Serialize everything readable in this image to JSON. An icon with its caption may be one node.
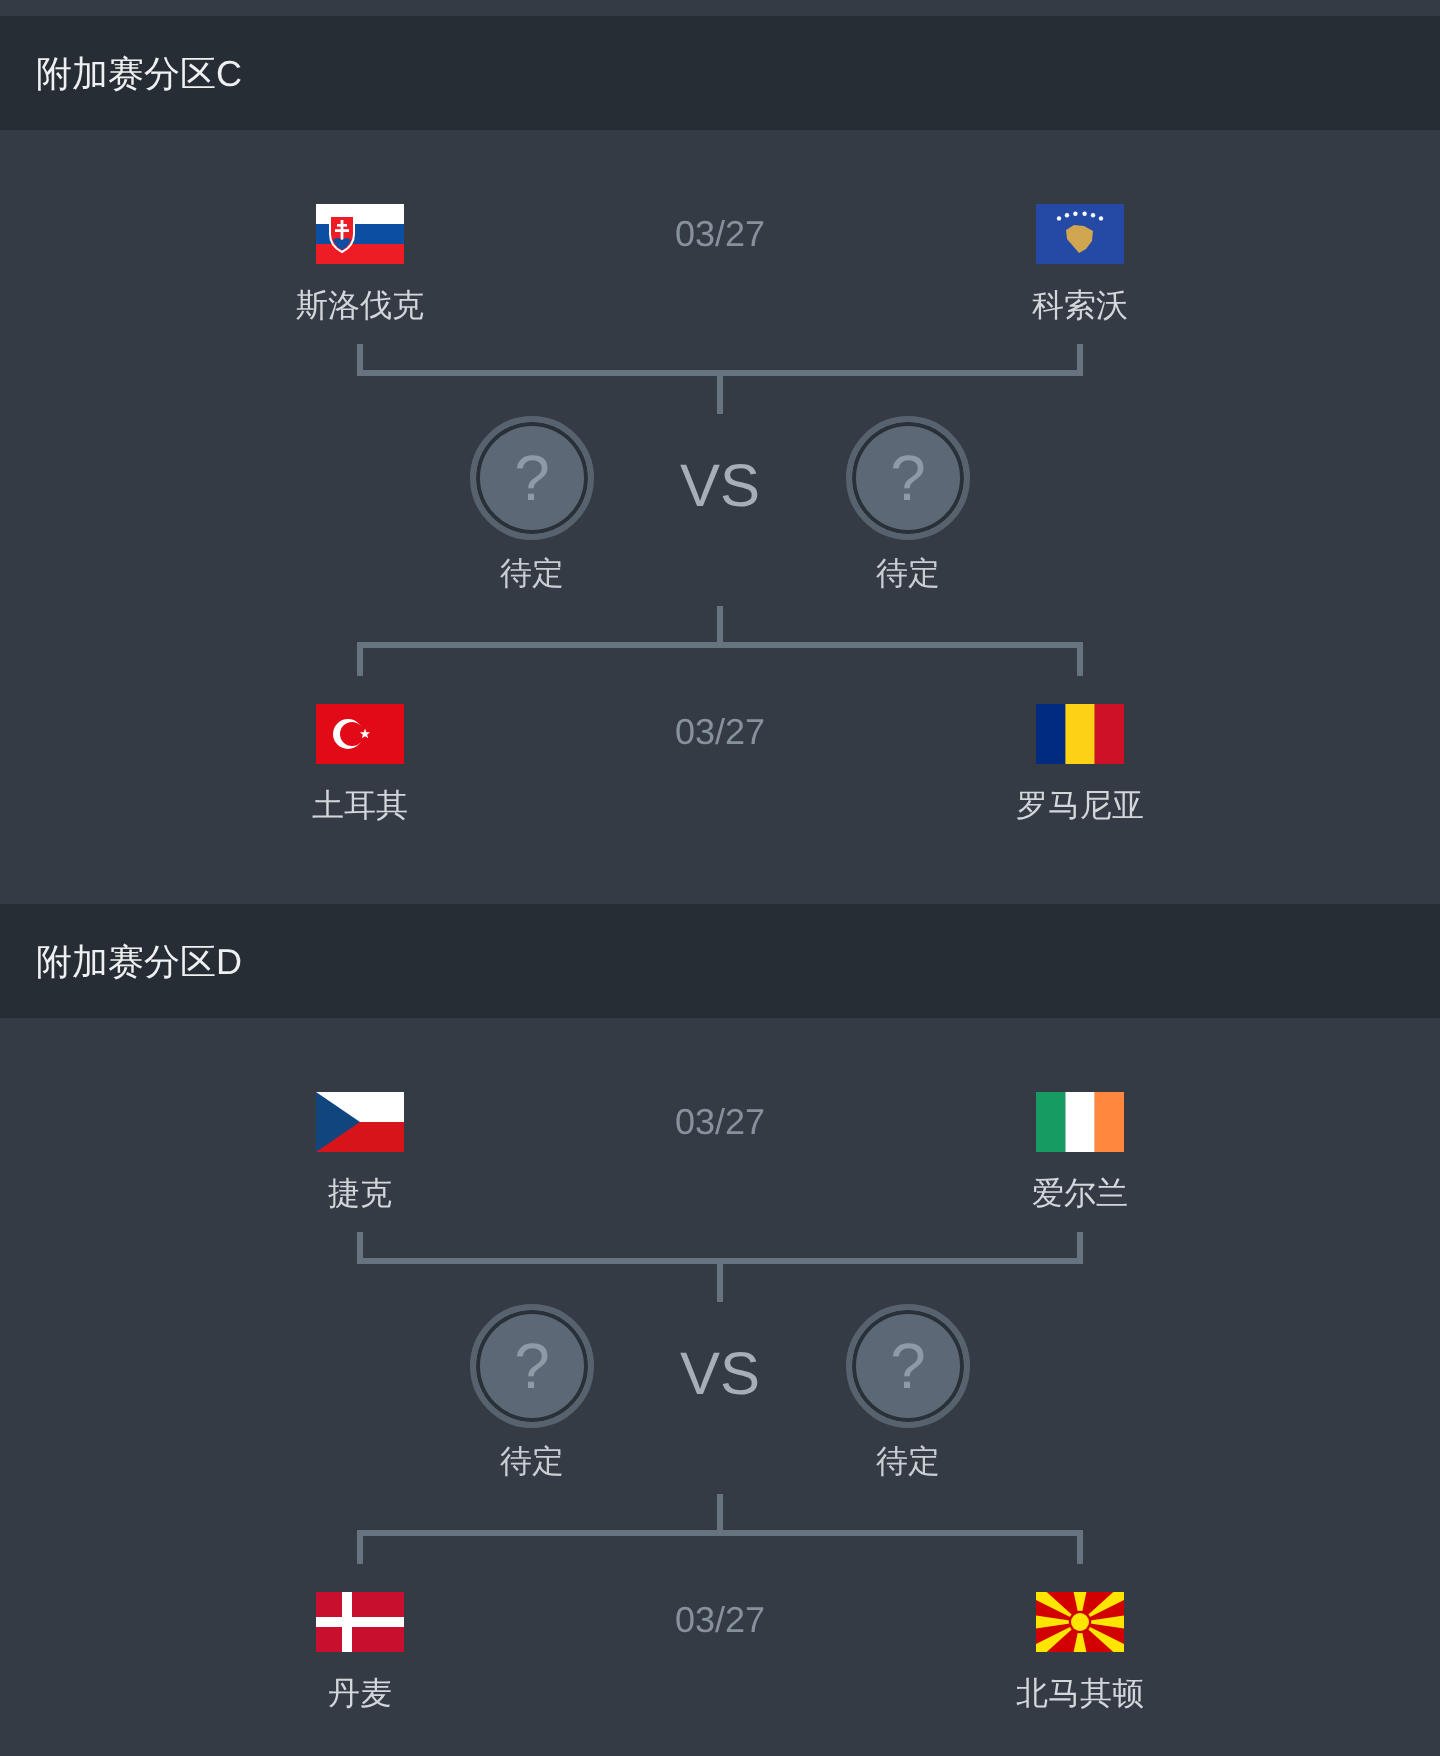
{
  "diagram": {
    "nodes": [
      {
        "text": [
          "附加赛分区C"
        ]
      },
      {
        "text": [
          "斯洛伐克"
        ]
      },
      {
        "text": [
          "科索沃"
        ]
      },
      {
        "text": [
          "?",
          "待定"
        ]
      },
      {
        "text": [
          "VS"
        ]
      },
      {
        "text": [
          "?",
          "待定"
        ]
      },
      {
        "text": [
          "土耳其"
        ]
      },
      {
        "text": [
          "罗马尼亚"
        ]
      },
      {
        "text": [
          "附加赛分区D"
        ]
      },
      {
        "text": [
          "捷克"
        ]
      },
      {
        "text": [
          "爱尔兰"
        ]
      },
      {
        "text": [
          "?",
          "待定"
        ]
      },
      {
        "text": [
          "VS"
        ]
      },
      {
        "text": [
          "?",
          "待定"
        ]
      },
      {
        "text": [
          "丹麦"
        ]
      },
      {
        "text": [
          "北马其顿"
        ]
      }
    ],
    "edges": [
      {
        "from": 1,
        "to": 4,
        "arrow": "none"
      },
      {
        "from": 2,
        "to": 4,
        "arrow": "none"
      },
      {
        "from": 6,
        "to": 4,
        "arrow": "none"
      },
      {
        "from": 7,
        "to": 4,
        "arrow": "none"
      },
      {
        "from": 9,
        "to": 12,
        "arrow": "none"
      },
      {
        "from": 10,
        "to": 12,
        "arrow": "none"
      },
      {
        "from": 14,
        "to": 12,
        "arrow": "none"
      },
      {
        "from": 15,
        "to": 12,
        "arrow": "none"
      }
    ],
    "labels": [
      "03/27",
      "03/27",
      "03/27",
      "03/27"
    ]
  }
}
